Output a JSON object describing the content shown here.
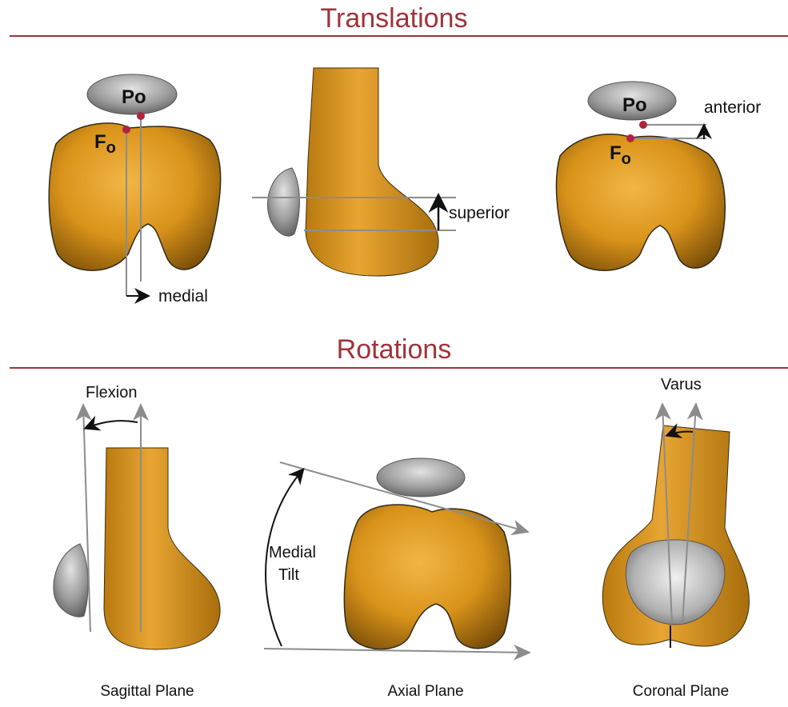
{
  "sections": {
    "translations": "Translations",
    "rotations": "Rotations"
  },
  "points": {
    "patella": "P",
    "patella_sub": "o",
    "femur": "F",
    "femur_sub": "o"
  },
  "labels": {
    "medial": "medial",
    "superior": "superior",
    "anterior": "anterior",
    "flexion": "Flexion",
    "medial_tilt_1": "Medial",
    "medial_tilt_2": "Tilt",
    "varus": "Varus"
  },
  "planes": {
    "sagittal": "Sagittal Plane",
    "axial": "Axial Plane",
    "coronal": "Coronal Plane"
  },
  "colors": {
    "title": "#a0333a",
    "bone": "#d9931a",
    "bone_dark": "#8a5a0a",
    "patella": "#9a9a9a",
    "marker": "#b3223f",
    "axis": "#8c8c8c"
  }
}
